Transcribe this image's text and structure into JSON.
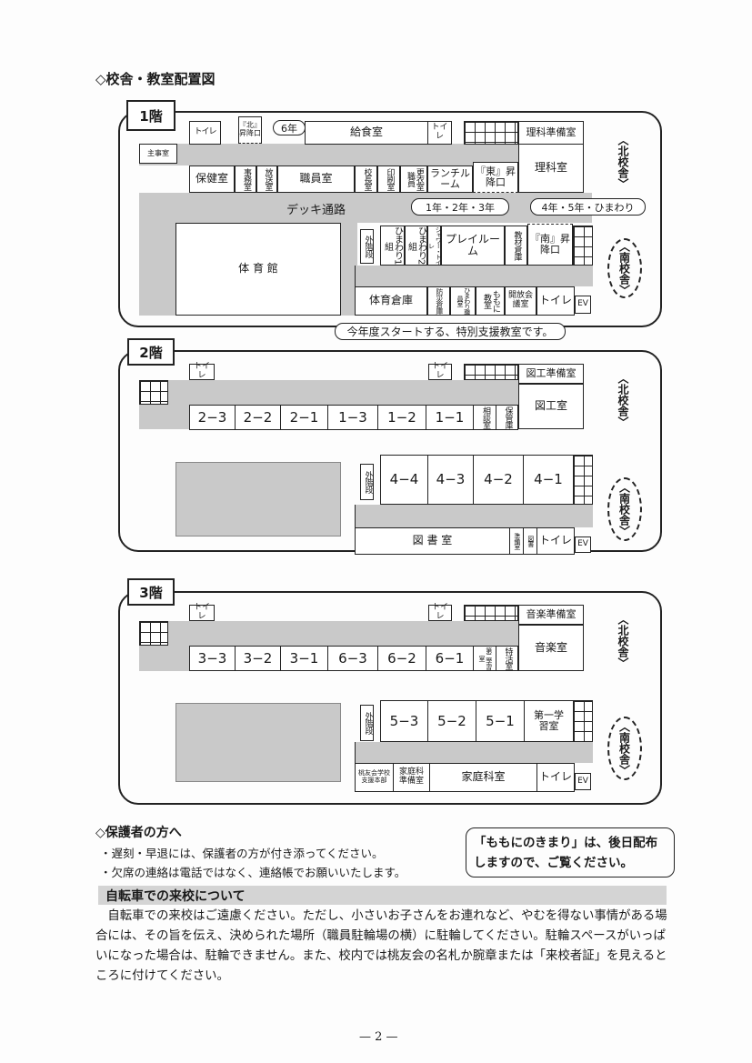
{
  "title": "◇校舎・教室配置図",
  "north_label": "〈北校舎〉",
  "south_label": "〈南校舎〉",
  "f1": {
    "label": "1階",
    "toilet": "トイレ",
    "north_entrance": "『北』昇降口",
    "g6": "6年",
    "kyushoku": "給食室",
    "rika_jun": "理科準備室",
    "rika": "理科室",
    "shuji": "主事室",
    "hoken": "保健室",
    "jimu": "事務室",
    "hoso": "放送室",
    "shokuin": "職員室",
    "kocho": "校長室",
    "insatsu": "印刷室",
    "koi": "更衣室職員",
    "lunch": "ランチルーム",
    "east_entrance": "『東』昇降口",
    "deck": "デッキ通路",
    "bub_123": "1年・2年・3年",
    "bub_45": "4年・5年・ひまわり",
    "gym": "体 育 館",
    "ext_stairs": "外階段",
    "himawari1": "ひまわり1組",
    "himawari2": "ひまわり2組",
    "shower": "シャワー・トイレ",
    "play": "プレイルーム",
    "kyozai": "教材倉庫",
    "south_entrance": "『南』昇降口",
    "taiiku_soko": "体育倉庫",
    "bosai": "防災倉庫",
    "himawari_shokuin": "ひまわり職員室",
    "momoni": "ももに教室",
    "kaiho": "開放会議室",
    "toilet2": "トイレ",
    "ev": "EV",
    "callout": "今年度スタートする、特別支援教室です。"
  },
  "f2": {
    "label": "2階",
    "toilet": "トイレ",
    "zuko_jun": "図工準備室",
    "zuko": "図工室",
    "rooms": [
      "2−3",
      "2−2",
      "2−1",
      "1−3",
      "1−2",
      "1−1"
    ],
    "sodan": "相談室",
    "hokan": "保管庫",
    "ext_stairs": "外階段",
    "south_rooms": [
      "4−4",
      "4−3",
      "4−2",
      "4−1"
    ],
    "library": "図 書 室",
    "jumbi": "準備室",
    "tosho": "図書",
    "toilet2": "トイレ",
    "ev": "EV"
  },
  "f3": {
    "label": "3階",
    "toilet": "トイレ",
    "ongaku_jun": "音楽準備室",
    "ongaku": "音楽室",
    "rooms": [
      "3−3",
      "3−2",
      "3−1",
      "6−3",
      "6−2",
      "6−1"
    ],
    "dai2": "第二学習室",
    "tokkatsu": "特活室",
    "ext_stairs": "外階段",
    "south_rooms": [
      "5−3",
      "5−2",
      "5−1"
    ],
    "dai1": "第一学習室",
    "toyukai": "桃友会学校支援本部",
    "katei_jun": "家庭科準備室",
    "katei": "家庭科室",
    "toilet2": "トイレ",
    "ev": "EV"
  },
  "guardians": {
    "heading": "◇保護者の方へ",
    "items": [
      "・遅刻・早退には、保護者の方が付き添ってください。",
      "・欠席の連絡は電話ではなく、連絡帳でお願いいたします。"
    ]
  },
  "notice_box": [
    "「ももにのきまり」は、後日配布",
    "しますので、ご覧ください。"
  ],
  "bicycle": {
    "heading": "自転車での来校について",
    "text": "　自転車での来校はご遠慮ください。ただし、小さいお子さんをお連れなど、やむを得ない事情がある場合には、その旨を伝え、決められた場所（職員駐輪場の横）に駐輪してください。駐輪スペースがいっぱいになった場合は、駐輪できません。また、校内では桃友会の名札か腕章または「来校者証」を見えるところに付けてください。"
  },
  "page_number": "— 2 —"
}
